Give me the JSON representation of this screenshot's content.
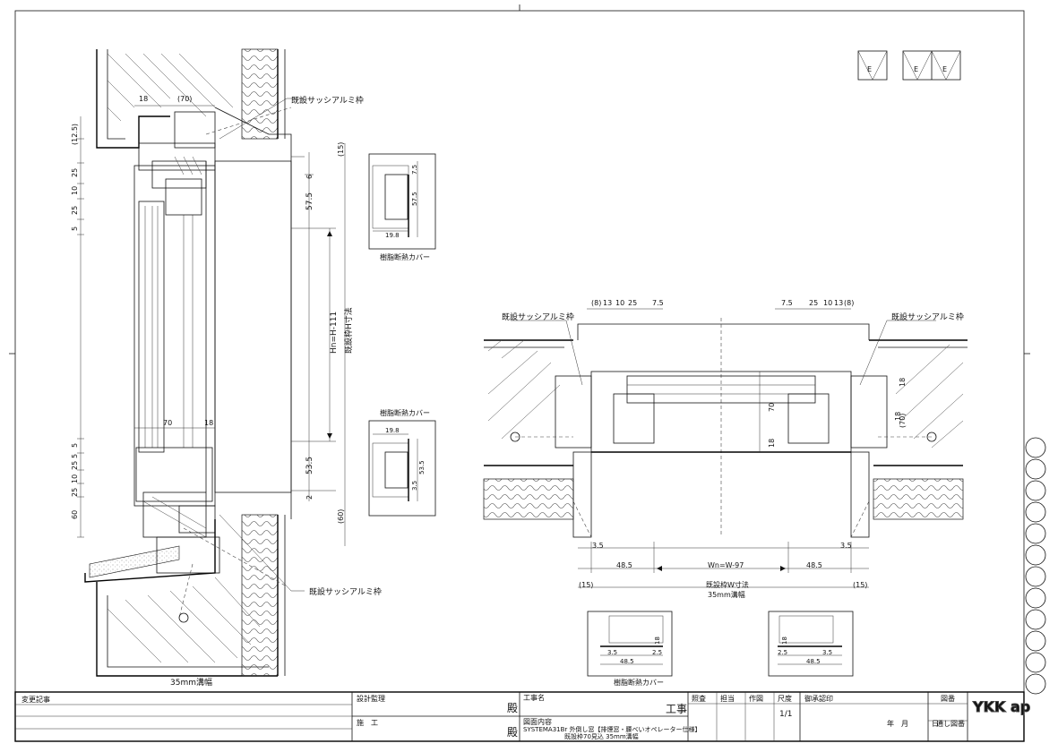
{
  "labels": {
    "existing_frame_1": "既設サッシアルミ枠",
    "existing_frame_2": "既設サッシアルミ枠",
    "existing_frame_3": "既設サッシアルミ枠",
    "existing_frame_4": "既設サッシアルミ枠",
    "resin_cover_1": "樹脂断熱カバー",
    "resin_cover_2": "樹脂断熱カバー",
    "resin_cover_3": "樹脂断熱カバー",
    "groove_left": "35mm溝幅",
    "groove_right": "35mm溝幅",
    "hn_formula": "Hn=H-111",
    "frame_h": "既設枠H寸法",
    "wn_formula": "Wn=W-97",
    "frame_w": "既設枠W寸法"
  },
  "dims": {
    "d_12_5": "(12.5)",
    "d_25a": "25",
    "d_10a": "10",
    "d_25b": "25",
    "d_5a": "5",
    "d_5b": "5",
    "d_5c": "5",
    "d_25c": "25",
    "d_10b": "10",
    "d_25d": "25",
    "d_60": "60",
    "d_18a": "18",
    "d_70a": "(70)",
    "d_70b": "70",
    "d_18b": "18",
    "d_15a": "(15)",
    "d_6": "6",
    "d_57_5": "57.5",
    "d_53_5": "53.5",
    "d_2": "2",
    "d_60p": "(60)",
    "s1_7_5": "7.5",
    "s1_57_5": "57.5",
    "s1_19_8": "19.8",
    "s2_19_8": "19.8",
    "s2_53_5": "53.5",
    "s2_3_5": "3.5",
    "top_l": [
      "(8)",
      "13",
      "10",
      "25",
      "7.5"
    ],
    "top_r": [
      "7.5",
      "25",
      "10",
      "13",
      "(8)"
    ],
    "h_70": "70",
    "h_18": "18",
    "h_18r": "18",
    "h_70r": "(70)",
    "h_18c": "18",
    "b_3_5l": "3.5",
    "b_3_5r": "3.5",
    "b_48_5l": "48.5",
    "b_48_5r": "48.5",
    "b_15l": "(15)",
    "b_15r": "(15)",
    "bl": [
      "3.5",
      "2.5",
      "48.5",
      "18"
    ],
    "br": [
      "2.5",
      "3.5",
      "48.5",
      "18"
    ]
  },
  "legend_icons": [
    "E",
    "E",
    "E"
  ],
  "title_block": {
    "change_record": "変更記事",
    "design_supervisor": "設計監理",
    "dono1": "殿",
    "construction": "施　工",
    "dono2": "殿",
    "project_name": "工事名",
    "kouji": "工事",
    "drawing_content": "図面内容",
    "desc_line1": "SYSTEMA31Br 外倒し窓【排煙窓・腰べいオペレーター仕様】",
    "desc_line2": "既設枠70見込 35mm溝幅",
    "checked": "照査",
    "in_charge": "担当",
    "drafted": "作図",
    "scale": "尺度",
    "scale_value": "1/1",
    "approval": "御承認印",
    "year_month": "年　月",
    "drawing_no": "図番",
    "serial_no": "通し図番",
    "date_day": "日"
  },
  "logo": "YKK ap"
}
